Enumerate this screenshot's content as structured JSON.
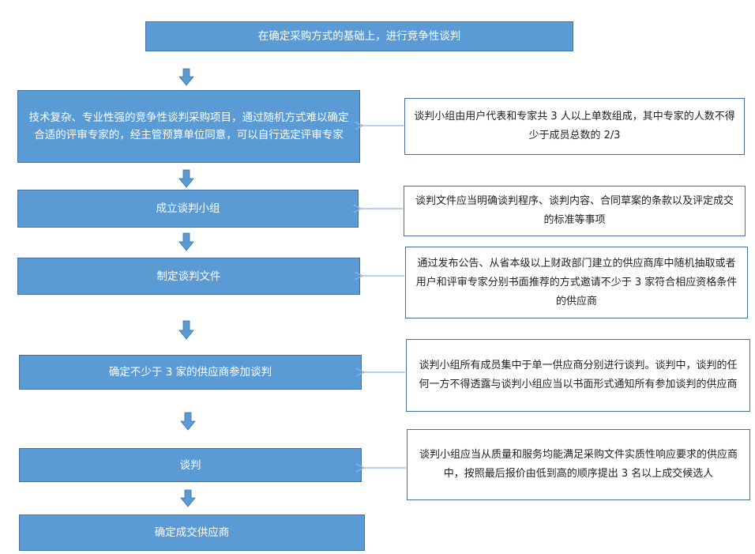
{
  "colors": {
    "step_fill": "#5b9bd5",
    "step_border": "#41719c",
    "down_arrow": "#5b9bd5",
    "side_arrow": "#8fb3d9"
  },
  "steps": [
    {
      "label": "在确定采购方式的基础上，进行竞争性谈判"
    },
    {
      "label": "技术复杂、专业性强的竞争性谈判采购项目，通过随机方式难以确定合适的评审专家的，经主管预算单位同意，可以自行选定评审专家"
    },
    {
      "label": "成立谈判小组"
    },
    {
      "label": "制定谈判文件"
    },
    {
      "label": "确定不少于 3 家的供应商参加谈判"
    },
    {
      "label": "谈判"
    },
    {
      "label": "确定成交供应商"
    }
  ],
  "notes": [
    {
      "label": "谈判小组由用户代表和专家共 3 人以上单数组成，其中专家的人数不得少于成员总数的 2/3"
    },
    {
      "label": "谈判文件应当明确谈判程序、谈判内容、合同草案的条款以及评定成交的标准等事项"
    },
    {
      "label": "通过发布公告、从省本级以上财政部门建立的供应商库中随机抽取或者用户和评审专家分别书面推荐的方式邀请不少于 3 家符合相应资格条件的供应商"
    },
    {
      "label": "谈判小组所有成员集中于单一供应商分别进行谈判。谈判中，谈判的任何一方不得透露与谈判小组应当以书面形式通知所有参加谈判的供应商"
    },
    {
      "label": "谈判小组应当从质量和服务均能满足采购文件实质性响应要求的供应商中，按照最后报价由低到高的顺序提出 3 名以上成交候选人"
    }
  ]
}
